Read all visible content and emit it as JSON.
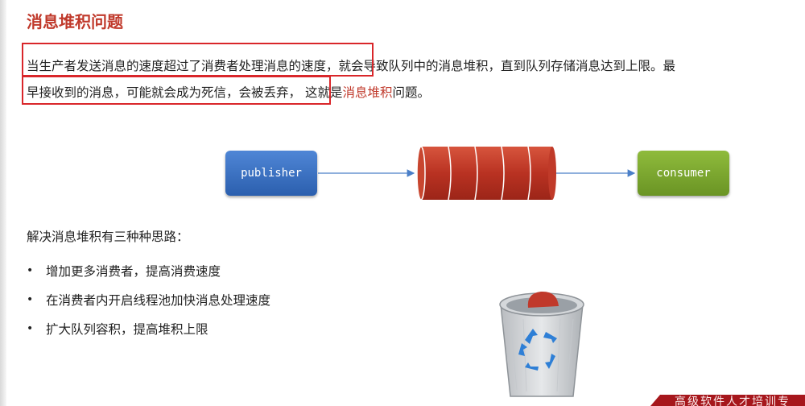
{
  "title": "消息堆积问题",
  "paragraph": {
    "seg1": "当生产者发送消息的速度超过了消费者处理消息的速度，",
    "seg2": "就会导致队列中的消息堆积，直到队列存储消息达到上限。最",
    "seg3": "早接收到的消息，可能就会成为死信，会被丢弃，",
    "seg4": " 这就是",
    "seg5": "消息堆积",
    "seg6": "问题。"
  },
  "diagram": {
    "publisher_label": "publisher",
    "consumer_label": "consumer"
  },
  "solutions": {
    "heading": "解决消息堆积有三种种思路：",
    "items": [
      "增加更多消费者，提高消费速度",
      "在消费者内开启线程池加快消息处理速度",
      "扩大队列容积，提高堆积上限"
    ],
    "bullet": "•"
  },
  "footer": {
    "text": "高级软件人才培训专"
  },
  "colors": {
    "accent": "#c0392b",
    "highlight_box": "#d9262a",
    "publisher": "#2b5fae",
    "consumer": "#6a9424",
    "queue": "#c0392b"
  },
  "icons": {
    "trash": "recycle-bin-icon"
  }
}
